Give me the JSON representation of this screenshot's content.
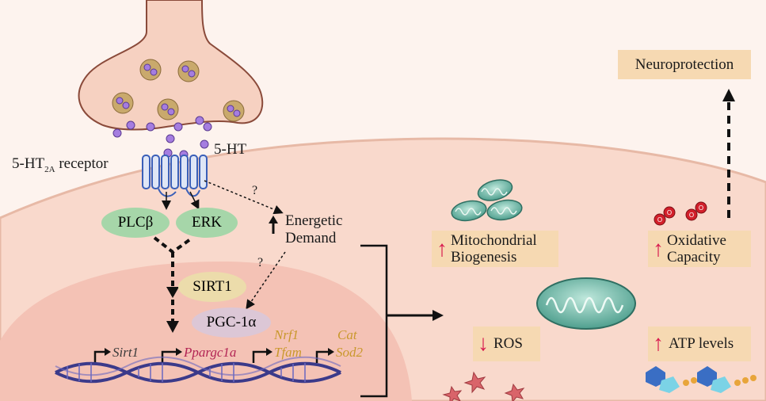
{
  "labels": {
    "receptor_main": "5-HT",
    "receptor_sub": "2A",
    "receptor_suffix": " receptor",
    "ligand": "5-HT",
    "question1": "?",
    "question2": "?",
    "energetic_demand_line1": "Energetic",
    "energetic_demand_line2": "Demand"
  },
  "molecules": {
    "plcb": "PLCβ",
    "erk": "ERK",
    "sirt1": "SIRT1",
    "pgc1a": "PGC-1α"
  },
  "genes": {
    "sirt1": "Sirt1",
    "ppargc1a": "Ppargc1a",
    "nrf1": "Nrf1",
    "tfam": "Tfam",
    "cat": "Cat",
    "sod2": "Sod2"
  },
  "outcomes": {
    "neuroprotection": "Neuroprotection",
    "mito_line1": "Mitochondrial",
    "mito_line2": "Biogenesis",
    "oxidative_line1": "Oxidative",
    "oxidative_line2": "Capacity",
    "ros": "ROS",
    "atp": "ATP levels"
  },
  "colors": {
    "background": "#fdf3ee",
    "cell": "#f9d9cc",
    "nucleus": "#f4c2b5",
    "terminal": "#f6d1c1",
    "box": "#f6d9b2",
    "green_pill": "#a6d6a9",
    "sirt_pill": "#ecdcab",
    "pgc_pill": "#dcc7d6",
    "receptor": "#3a5fb8",
    "vesicle": "#a57de0",
    "mito": "#5fb7a5",
    "up_arrow": "#d8194e",
    "ros_star": "#d9646a",
    "gene_sirt1": "#3a3a3a",
    "gene_ppargc1a": "#b22454",
    "gene_nrf_tfam": "#c9982c",
    "gene_cat_sod": "#c9982c"
  },
  "icons": [
    "vesicle-icon",
    "receptor-icon",
    "mitochondrion-icon",
    "ros-star-icon",
    "oxygen-radical-icon",
    "atp-molecule-icon",
    "dna-helix-icon"
  ]
}
